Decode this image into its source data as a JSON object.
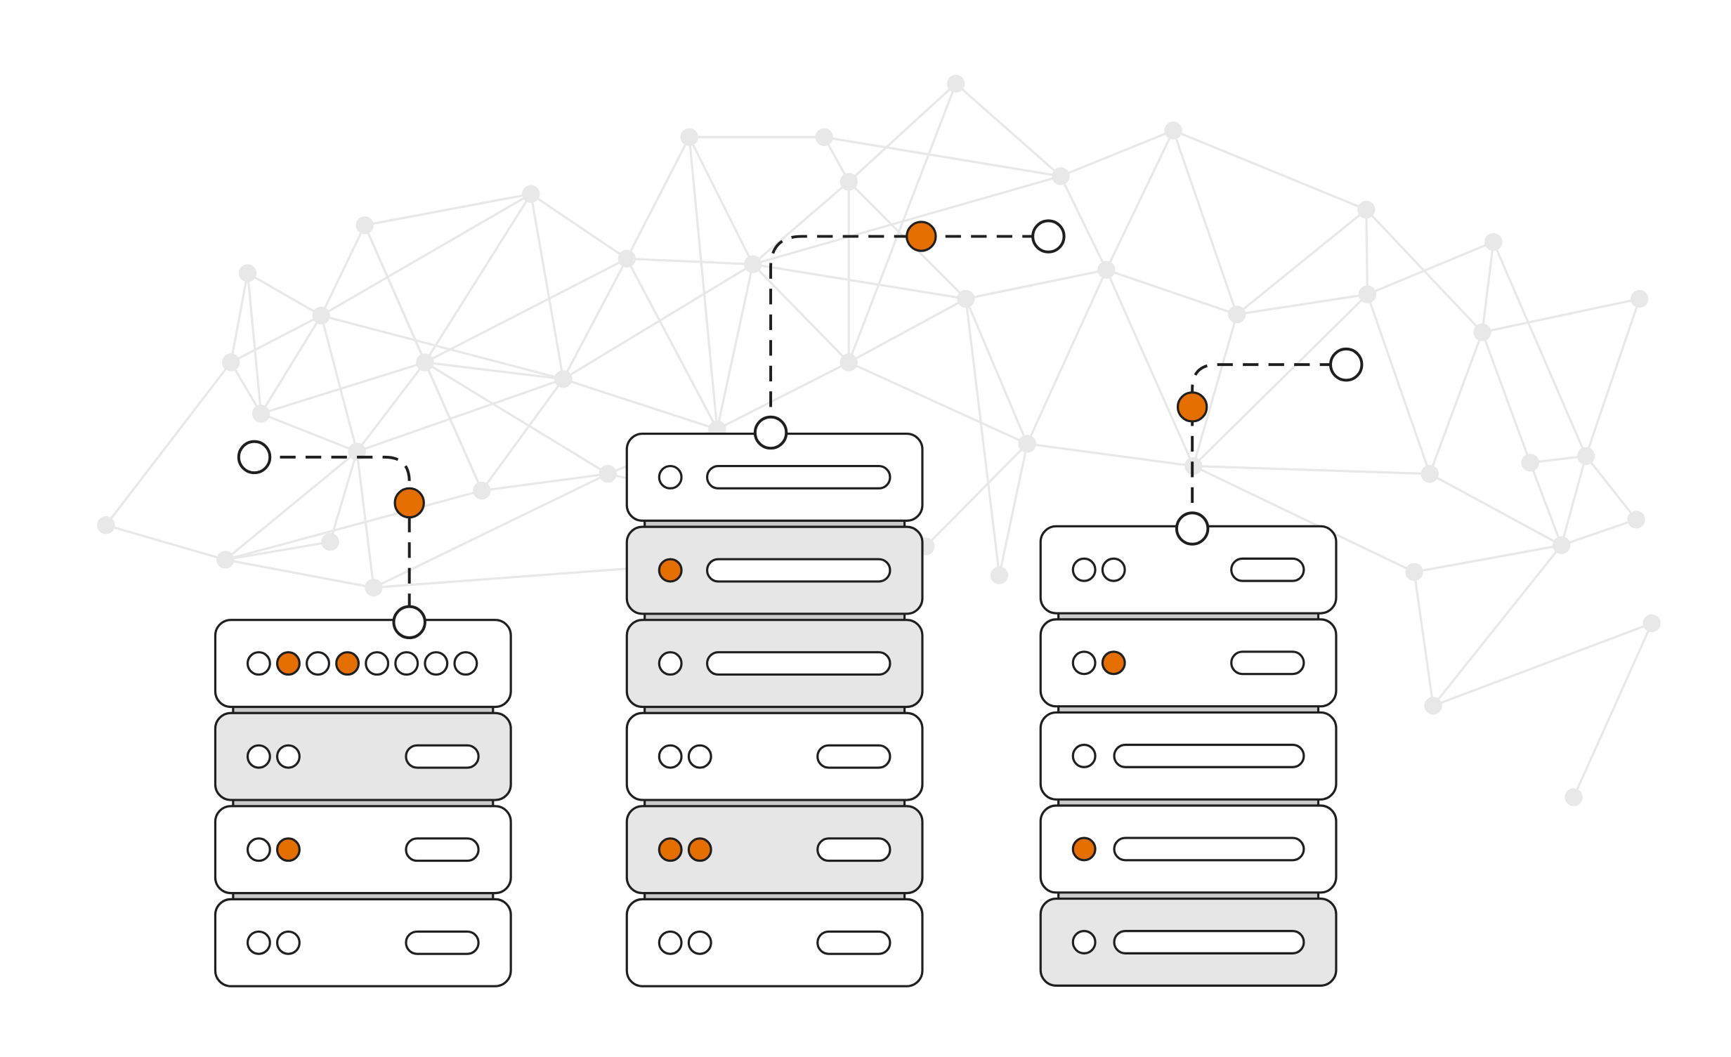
{
  "colors": {
    "accent": "#e56e00",
    "outline": "#1f1f1f",
    "panel_gray": "#e6e6e6",
    "panel_white": "#ffffff",
    "connector_gray": "#cbcbcb",
    "network": "#e8e8e8"
  },
  "stacks": [
    {
      "name": "left-server-stack",
      "units": [
        {
          "fill": "white",
          "leds": [
            0,
            1,
            0,
            1,
            0,
            0,
            0,
            0
          ],
          "slot": "none"
        },
        {
          "fill": "gray",
          "leds": [
            0,
            0
          ],
          "slot": "short"
        },
        {
          "fill": "white",
          "leds": [
            0,
            1
          ],
          "slot": "short"
        },
        {
          "fill": "white",
          "leds": [
            0,
            0
          ],
          "slot": "short"
        }
      ]
    },
    {
      "name": "middle-server-stack",
      "units": [
        {
          "fill": "white",
          "leds": [
            0
          ],
          "slot": "long"
        },
        {
          "fill": "gray",
          "leds": [
            1
          ],
          "slot": "long"
        },
        {
          "fill": "gray",
          "leds": [
            0
          ],
          "slot": "long"
        },
        {
          "fill": "white",
          "leds": [
            0,
            0
          ],
          "slot": "short"
        },
        {
          "fill": "gray",
          "leds": [
            1,
            1
          ],
          "slot": "short"
        },
        {
          "fill": "white",
          "leds": [
            0,
            0
          ],
          "slot": "short"
        }
      ]
    },
    {
      "name": "right-server-stack",
      "units": [
        {
          "fill": "white",
          "leds": [
            0,
            0
          ],
          "slot": "short"
        },
        {
          "fill": "white",
          "leds": [
            0,
            1
          ],
          "slot": "short"
        },
        {
          "fill": "white",
          "leds": [
            0
          ],
          "slot": "long"
        },
        {
          "fill": "white",
          "leds": [
            1
          ],
          "slot": "long"
        },
        {
          "fill": "gray",
          "leds": [
            0
          ],
          "slot": "long"
        }
      ]
    }
  ]
}
